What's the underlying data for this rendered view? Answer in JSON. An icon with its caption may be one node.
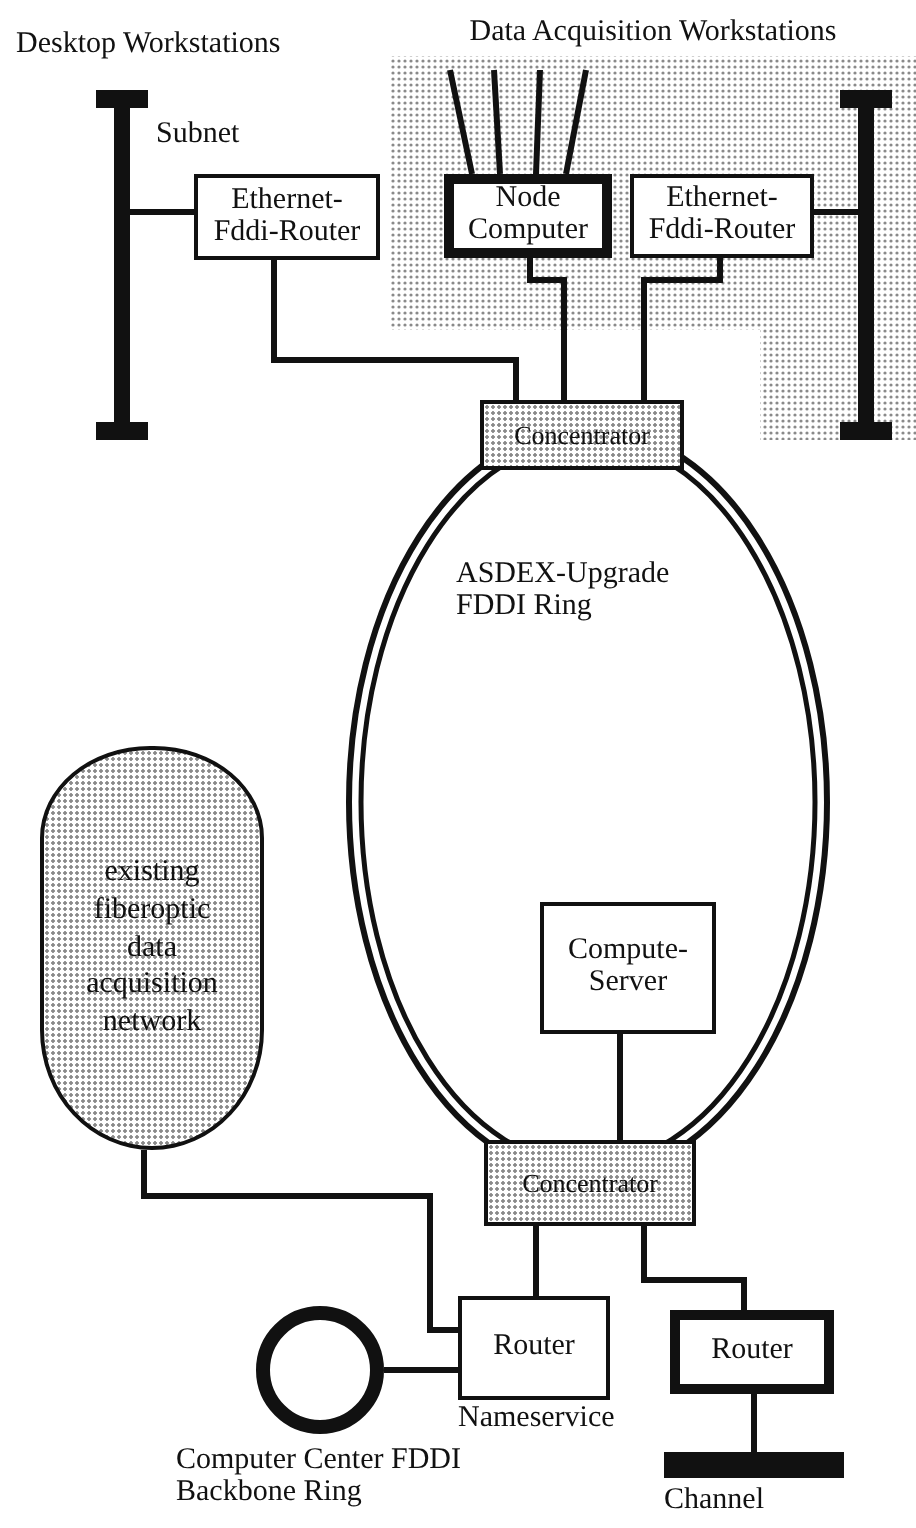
{
  "diagram": {
    "nodes": [
      {
        "text": [],
        "shape": "bar",
        "beside": [
          "Subnet"
        ]
      },
      {
        "text": [
          "Ethernet- Fddi-Router"
        ]
      },
      {
        "text": [
          "Data Acquisition Workstations"
        ]
      },
      {
        "text": [
          "Node Computer"
        ],
        "in": 2
      },
      {
        "text": [
          "Ethernet- Fddi-Router"
        ],
        "in": 2
      },
      {
        "text": [],
        "shape": "bar",
        "in": 2
      },
      {
        "text": [
          "Concentrator"
        ]
      },
      {
        "text": [
          "ASDEX-Upgrade FDDI Ring"
        ]
      },
      {
        "text": [
          "existing fiberoptic data acquisition network"
        ]
      },
      {
        "text": [
          "Compute- Server"
        ],
        "in": 7
      },
      {
        "text": [
          "Concentrator"
        ]
      },
      {
        "text": [
          "Router"
        ],
        "beside": [
          "Nameservice"
        ]
      },
      {
        "text": [],
        "shape": "circle",
        "beside": [
          "Computer Center FDDI Backbone Ring"
        ]
      },
      {
        "text": [
          "Router"
        ]
      },
      {
        "text": [],
        "shape": "bar",
        "beside": [
          "Channel"
        ]
      }
    ],
    "edges": [
      {
        "from": 0,
        "to": 1,
        "arrow": "none"
      },
      {
        "from": 1,
        "to": 6,
        "arrow": "none"
      },
      {
        "from": 3,
        "to": 6,
        "arrow": "none"
      },
      {
        "from": 4,
        "to": 6,
        "arrow": "none"
      },
      {
        "from": 4,
        "to": 5,
        "arrow": "none"
      },
      {
        "from": 9,
        "to": 10,
        "arrow": "none"
      },
      {
        "from": 10,
        "to": 11,
        "arrow": "none"
      },
      {
        "from": 10,
        "to": 13,
        "arrow": "none"
      },
      {
        "from": 8,
        "to": 11,
        "arrow": "none"
      },
      {
        "from": 12,
        "to": 11,
        "arrow": "none"
      },
      {
        "from": 13,
        "to": 14,
        "arrow": "none"
      },
      {
        "from": 3,
        "to": null,
        "arrow": "none"
      },
      {
        "from": 3,
        "to": null,
        "arrow": "none"
      },
      {
        "from": 3,
        "to": null,
        "arrow": "none"
      },
      {
        "from": 3,
        "to": null,
        "arrow": "none"
      }
    ],
    "labels": [
      "Desktop Workstations"
    ]
  }
}
